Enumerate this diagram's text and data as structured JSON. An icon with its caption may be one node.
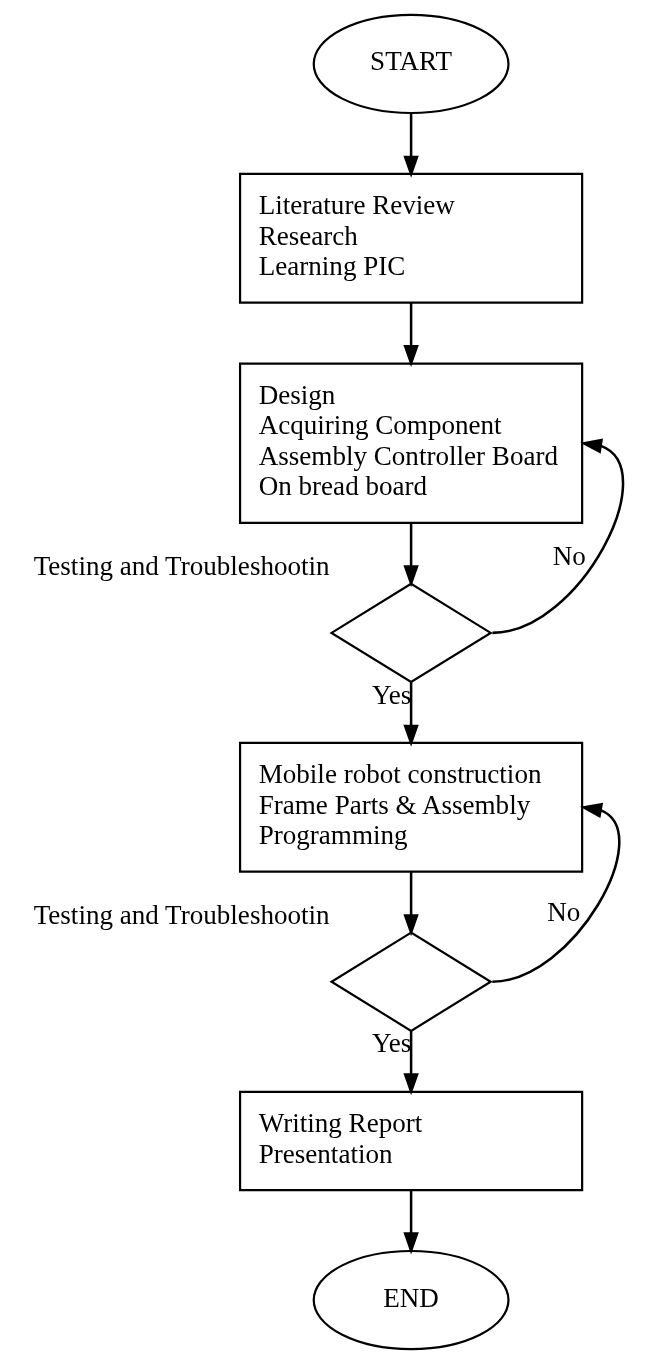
{
  "diagram": {
    "nodes": [
      {
        "text": [
          "START"
        ]
      },
      {
        "text": [
          "Literature Review",
          "Research",
          "Learning PIC"
        ]
      },
      {
        "text": [
          "Design",
          "Acquiring Component",
          "Assembly Controller Board",
          "On bread board"
        ]
      },
      {
        "text": [],
        "shape": "diamond",
        "beside": [
          "Testing and Troubleshootin"
        ]
      },
      {
        "text": [
          "Mobile robot construction",
          "Frame Parts & Assembly",
          "Programming"
        ]
      },
      {
        "text": [],
        "shape": "diamond",
        "beside": [
          "Testing and Troubleshootin"
        ]
      },
      {
        "text": [
          "Writing Report",
          "Presentation"
        ]
      },
      {
        "text": [
          "END"
        ]
      }
    ],
    "edges": [
      {
        "from": 0,
        "to": 1,
        "arrow": "to"
      },
      {
        "from": 1,
        "to": 2,
        "arrow": "to"
      },
      {
        "from": 2,
        "to": 3,
        "arrow": "to"
      },
      {
        "from": 3,
        "to": 4,
        "arrow": "to",
        "label": "Yes"
      },
      {
        "from": 3,
        "to": 2,
        "arrow": "to",
        "label": "No"
      },
      {
        "from": 4,
        "to": 5,
        "arrow": "to"
      },
      {
        "from": 5,
        "to": 6,
        "arrow": "to",
        "label": "Yes"
      },
      {
        "from": 5,
        "to": 4,
        "arrow": "to",
        "label": "No"
      },
      {
        "from": 6,
        "to": 7,
        "arrow": "to"
      }
    ]
  }
}
